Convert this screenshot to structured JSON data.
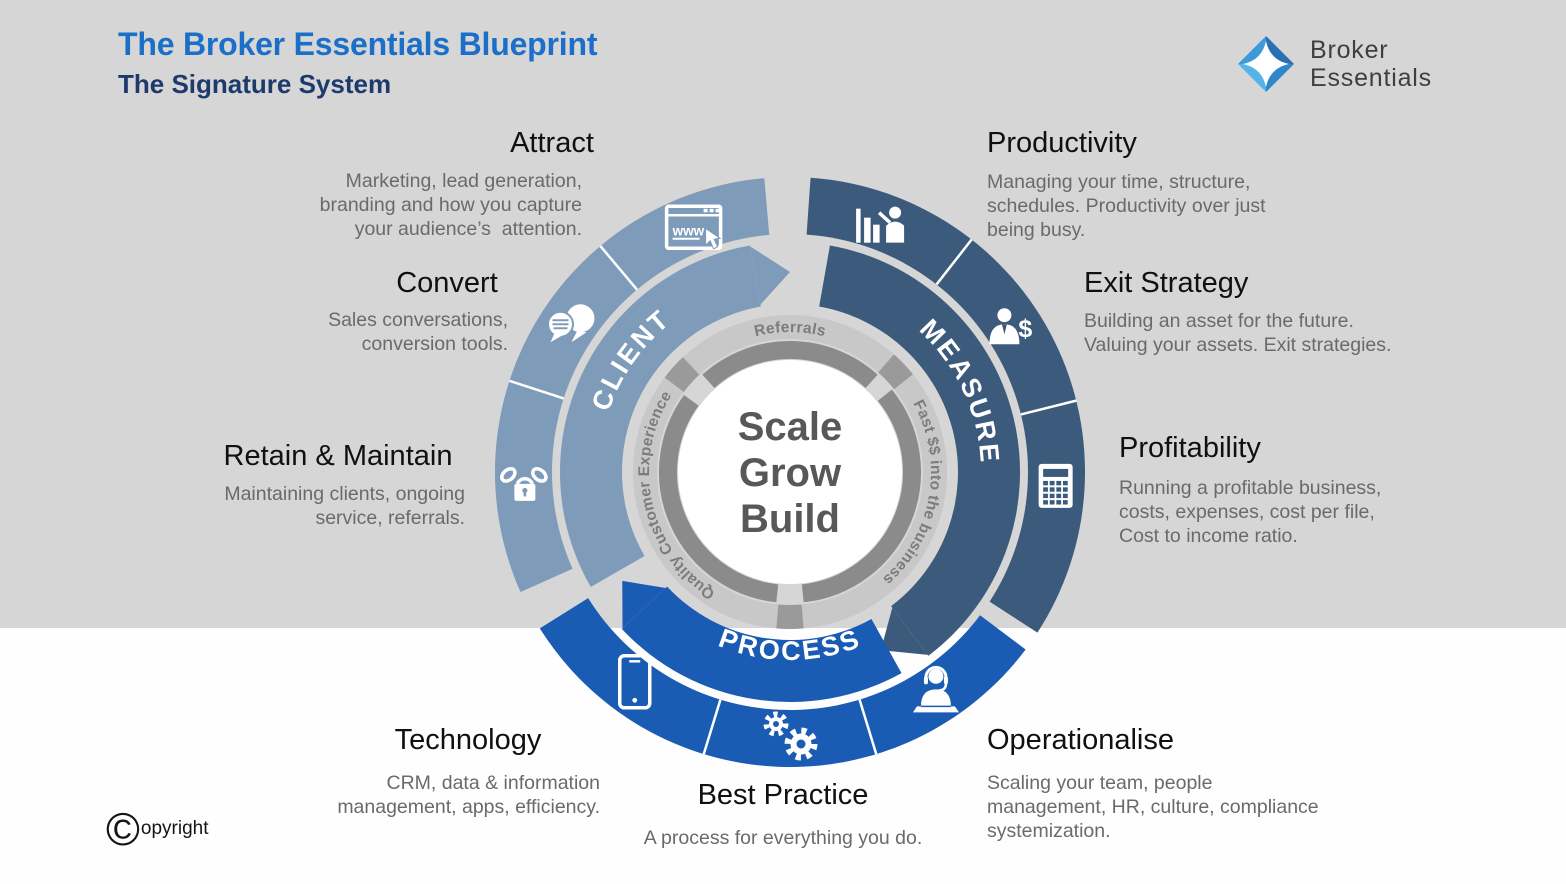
{
  "header": {
    "title": "The Broker Essentials Blueprint",
    "subtitle": "The Signature System",
    "logo": {
      "line1": "Broker",
      "line2": "Essentials"
    }
  },
  "wheel": {
    "center": {
      "line1": "Scale",
      "line2": "Grow",
      "line3": "Build"
    },
    "groups": [
      {
        "id": "client",
        "label": "CLIENT",
        "color": "#7e9bba"
      },
      {
        "id": "measure",
        "label": "MEASURE",
        "color": "#3b5a7c"
      },
      {
        "id": "process",
        "label": "PROCESS",
        "color": "#1a5bb4"
      }
    ],
    "ring_texts": {
      "top": "Referrals",
      "right": "Fast $$ into the business",
      "left": "Quality Customer Experience"
    },
    "attract_icon_label": "www",
    "exit_icon_label": "$"
  },
  "callouts": {
    "attract": {
      "title": "Attract",
      "lines": [
        "Marketing, lead generation,",
        "branding and how you capture",
        "your audience’s  attention."
      ]
    },
    "convert": {
      "title": "Convert",
      "lines": [
        "Sales conversations,",
        "conversion tools."
      ]
    },
    "retain": {
      "title": "Retain & Maintain",
      "lines": [
        "Maintaining clients, ongoing",
        "service, referrals."
      ]
    },
    "productivity": {
      "title": "Productivity",
      "lines": [
        "Managing your time, structure,",
        "schedules. Productivity over just",
        "being busy."
      ]
    },
    "exit": {
      "title": "Exit Strategy",
      "lines": [
        "Building an asset for the future.",
        "Valuing your assets. Exit strategies."
      ]
    },
    "profitability": {
      "title": "Profitability",
      "lines": [
        "Running a profitable business,",
        "costs, expenses, cost per file,",
        "Cost to income ratio."
      ]
    },
    "technology": {
      "title": "Technology",
      "lines": [
        "CRM, data & information",
        "management, apps, efficiency."
      ]
    },
    "best_practice": {
      "title": "Best Practice",
      "lines": [
        "A process for everything you do."
      ]
    },
    "operationalise": {
      "title": "Operationalise",
      "lines": [
        "Scaling your team, people",
        "management, HR, culture, compliance",
        "systemization."
      ]
    }
  },
  "footer": {
    "copyright_symbol": "©",
    "copyright_text": "opyright"
  }
}
